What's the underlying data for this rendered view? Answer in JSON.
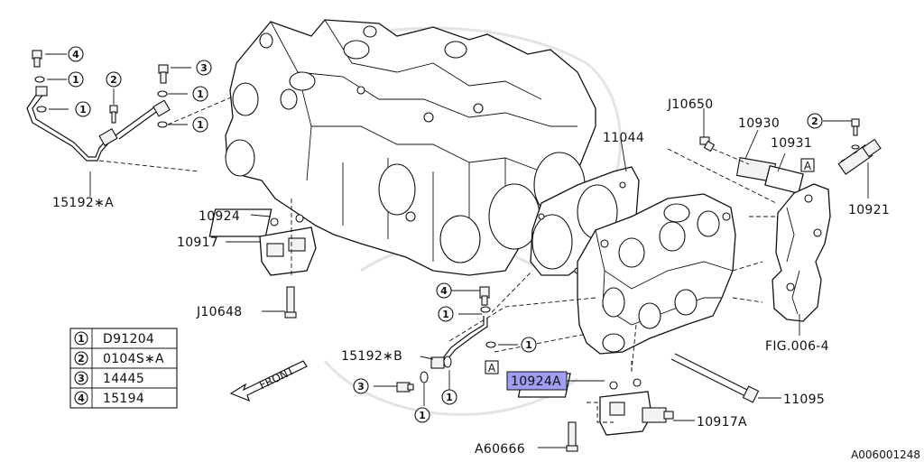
{
  "labels": {
    "p15192A": "15192∗A",
    "p10924": "10924",
    "p10917": "10917",
    "pJ10648": "J10648",
    "p15192B": "15192∗B",
    "p10924A": "10924A",
    "p10917A": "10917A",
    "pA60666": "A60666",
    "p11095": "11095",
    "p11044": "11044",
    "pJ10650": "J10650",
    "p10930": "10930",
    "p10931": "10931",
    "p10921": "10921",
    "pFIG": "FIG.006-4",
    "front": "FRONT",
    "refA1": "A",
    "refA2": "A",
    "image_code": "A006001248"
  },
  "callouts": {
    "c4a": "4",
    "c1a": "1",
    "c1b": "1",
    "c2a": "2",
    "c3a": "3",
    "c1c": "1",
    "c1d": "1",
    "c2b": "2",
    "c4b": "4",
    "c1e": "1",
    "c1f": "1",
    "c3b": "3",
    "c1g": "1",
    "c1h": "1"
  },
  "legend": [
    {
      "num": "1",
      "part": "D91204"
    },
    {
      "num": "2",
      "part": "0104S∗A"
    },
    {
      "num": "3",
      "part": "14445"
    },
    {
      "num": "4",
      "part": "15194"
    }
  ],
  "highlight_color": "#9f9ff2"
}
